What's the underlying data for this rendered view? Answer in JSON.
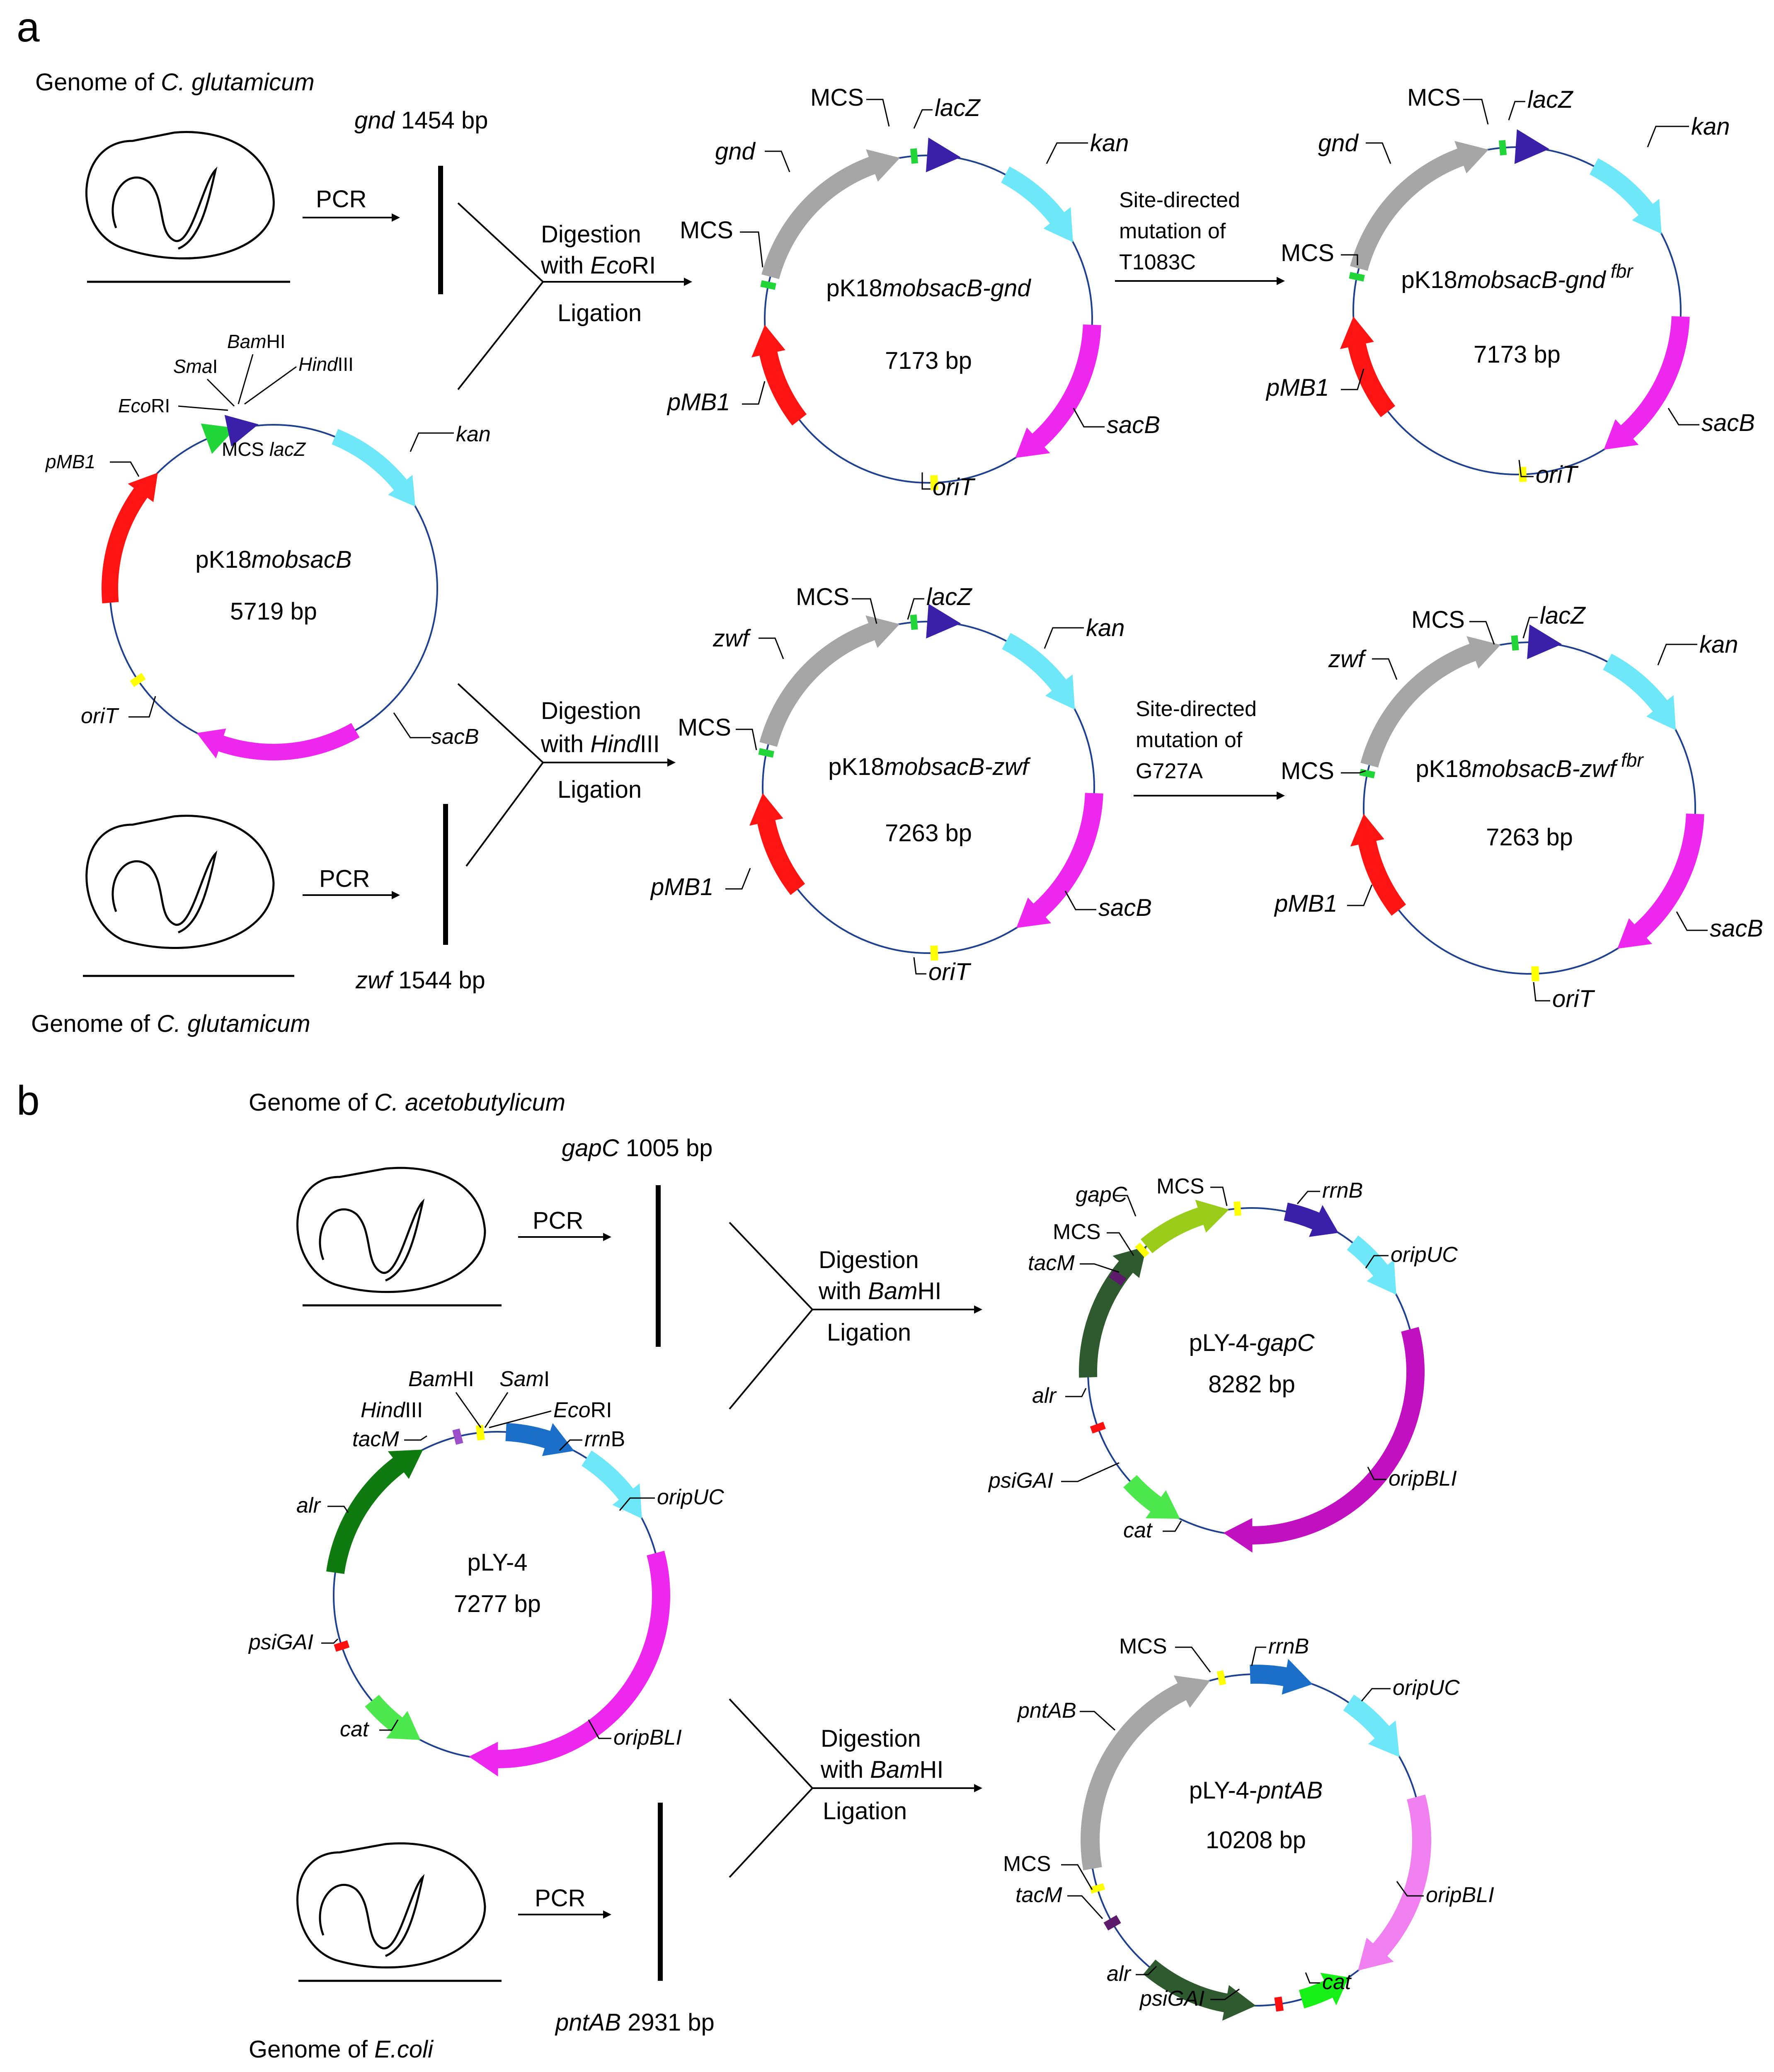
{
  "panel_a": {
    "label": "a",
    "genome_top": {
      "prefix": "Genome of ",
      "species": "C. glutamicum"
    },
    "genome_bottom": {
      "prefix": "Genome of ",
      "species": "C. glutamicum"
    },
    "pcr": "PCR",
    "gnd_gene": "gnd",
    "gnd_len": "1454 bp",
    "zwf_gene": "zwf",
    "zwf_len": "1544 bp",
    "step_gnd": {
      "digestion": "Digestion",
      "with": "with ",
      "enzyme_italic": "Eco",
      "enzyme_rest": "RI",
      "ligation": "Ligation"
    },
    "step_zwf": {
      "digestion": "Digestion",
      "with": "with ",
      "enzyme_italic": "Hind",
      "enzyme_rest": "III",
      "ligation": "Ligation"
    },
    "mut_gnd": [
      "Site-directed",
      "mutation of",
      "T1083C"
    ],
    "mut_zwf": [
      "Site-directed",
      "mutation of",
      "G727A"
    ],
    "base_plasmid": {
      "name_plain": "pK18",
      "name_italic": "mobsacB",
      "size": "5719 bp",
      "labels": {
        "bamhi_i": "Bam",
        "bamhi_r": "HI",
        "smai_i": "Sma",
        "smai_r": "I",
        "hindiii_i": "Hind",
        "hindiii_r": "III",
        "ecori_i": "Eco",
        "ecori_r": "RI",
        "mcs": "MCS",
        "lacz": "lacZ",
        "kan": "kan",
        "pmb1": "pMB1",
        "orit": "oriT",
        "sacb": "sacB"
      }
    },
    "p_gnd": {
      "name_plain": "pK18",
      "name_italic": "mobsacB-gnd",
      "size": "7173 bp"
    },
    "p_gnd_fbr": {
      "name_plain": "pK18",
      "name_italic": "mobsacB-gnd",
      "sup": "fbr",
      "size": "7173 bp"
    },
    "p_zwf": {
      "name_plain": "pK18",
      "name_italic": "mobsacB-zwf",
      "size": "7263 bp"
    },
    "p_zwf_fbr": {
      "name_plain": "pK18",
      "name_italic": "mobsacB-zwf",
      "sup": "fbr",
      "size": "7263 bp"
    },
    "feature_labels": {
      "mcs": "MCS",
      "lacz": "lacZ",
      "kan": "kan",
      "pmb1": "pMB1",
      "orit": "oriT",
      "sacb": "sacB",
      "gnd": "gnd",
      "zwf": "zwf"
    }
  },
  "panel_b": {
    "label": "b",
    "genome_top": {
      "prefix": "Genome of ",
      "species": "C. acetobutylicum"
    },
    "genome_bottom": {
      "prefix": "Genome of ",
      "species": "E.coli"
    },
    "pcr": "PCR",
    "gapc_gene": "gapC",
    "gapc_len": "1005 bp",
    "pntab_gene": "pntAB",
    "pntab_len": "2931 bp",
    "step_gapc": {
      "digestion": "Digestion",
      "with": "with ",
      "enzyme_italic": "Bam",
      "enzyme_rest": "HI",
      "ligation": "Ligation"
    },
    "step_pntab": {
      "digestion": "Digestion",
      "with": "with ",
      "enzyme_italic": "Bam",
      "enzyme_rest": "HI",
      "ligation": "Ligation"
    },
    "base_plasmid": {
      "name": "pLY-4",
      "size": "7277 bp",
      "labels": {
        "bamhi_i": "Bam",
        "bamhi_r": "HI",
        "sami_i": "Sam",
        "sami_r": "I",
        "hindiii_i": "Hind",
        "hindiii_r": "III",
        "ecori_i": "Eco",
        "ecori_r": "RI",
        "tacm": "tacM",
        "rrnb_i": "rrn",
        "rrnb_r": "B",
        "oripuc": "oripUC",
        "alr": "alr",
        "psigai": "psiGAI",
        "cat": "cat",
        "oripbli": "oripBLI"
      }
    },
    "p_gapc": {
      "name_plain": "pLY-4-",
      "name_italic": "gapC",
      "size": "8282 bp"
    },
    "p_pntab": {
      "name_plain": "pLY-4-",
      "name_italic": "pntAB",
      "size": "10208 bp"
    },
    "feature_labels": {
      "mcs": "MCS",
      "gapc": "gapC",
      "rrnb": "rrnB",
      "oripuc": "oripUC",
      "tacm": "tacM",
      "alr": "alr",
      "psigai": "psiGAI",
      "cat": "cat",
      "oripbli": "oripBLI",
      "pntab": "pntAB"
    }
  },
  "colors": {
    "backbone": "#1f3f8f",
    "gray": "#a6a6a6",
    "lacz": "#3a1fa8",
    "kan": "#6ee8f8",
    "sacb": "#ee27ee",
    "pmb1": "#ff1414",
    "orit": "#ffff00",
    "mcs_green": "#22d63a",
    "alr": "#0f7a0f",
    "alr_dark": "#2f5a2f",
    "cat": "#4de84d",
    "cat_bright": "#17f017",
    "rrnb_blue": "#1b6fc8",
    "tacm_purple": "#5b1a6a",
    "tacm_light": "#9b4fc8",
    "gapc_green": "#9ccc1a",
    "oripbli_purple": "#c010c0",
    "oripbli_pink": "#f080f0",
    "psigai_red": "#ff1010"
  }
}
